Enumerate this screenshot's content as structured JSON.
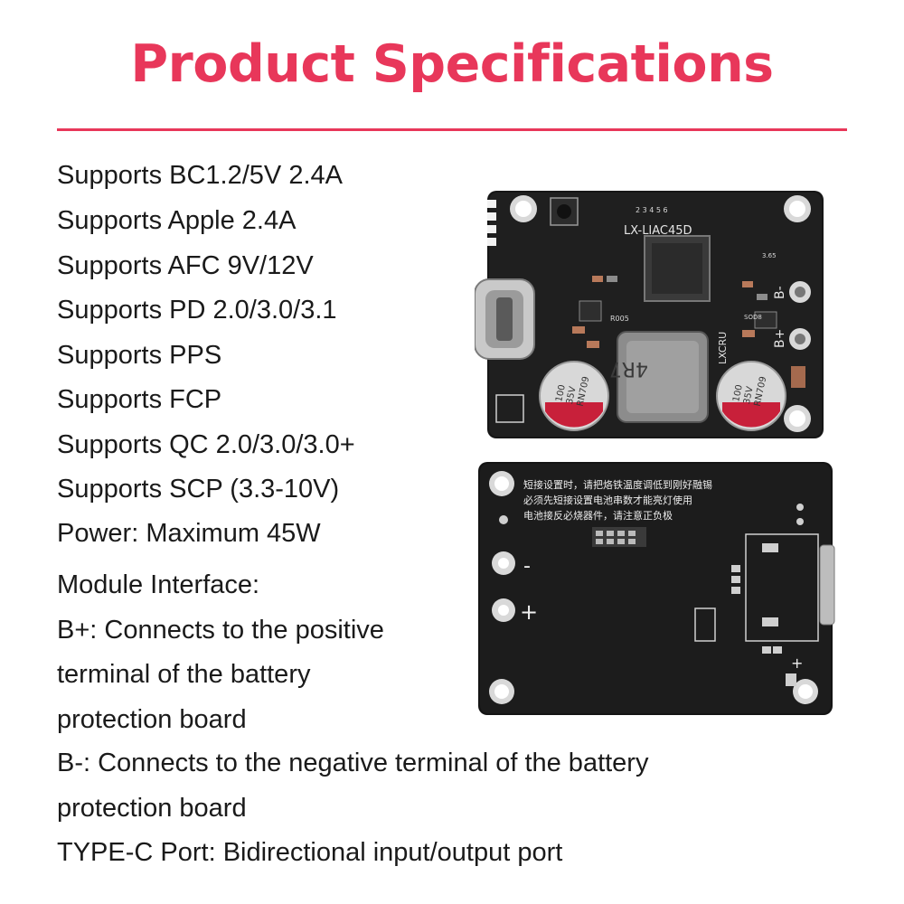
{
  "title": "Product Specifications",
  "specs": [
    "Supports BC1.2/5V 2.4A",
    "Supports Apple 2.4A",
    "Supports AFC 9V/12V",
    "Supports PD 2.0/3.0/3.1",
    "Supports PPS",
    "Supports FCP",
    "Supports QC 2.0/3.0/3.0+",
    "Supports SCP (3.3-10V)",
    "Power: Maximum 45W"
  ],
  "interface": {
    "heading": "Module Interface:",
    "lines": [
      "B+: Connects to the positive",
      "terminal of the battery",
      "protection board",
      "B-: Connects to the negative terminal of the battery",
      "protection board",
      "TYPE-C Port: Bidirectional input/output port"
    ]
  },
  "board_top": {
    "model": "LX-LIAC45D",
    "inductor": "4R7",
    "inductor_side": "LXCRU",
    "cap_text": [
      "100",
      "35V",
      "RN709"
    ],
    "pin_numbers": "2 3 4 5 6",
    "b_minus": "B-",
    "b_plus": "B+",
    "r005": "R005",
    "s0d8": "SOD8",
    "v365": "3.65"
  },
  "board_bottom": {
    "notes": [
      "短接设置时，请把烙铁温度调低到刚好融锡",
      "必须先短接设置电池串数才能亮灯使用",
      "电池接反必烧器件，请注意正负极"
    ],
    "minus": "-",
    "plus": "+",
    "plus_small": "+"
  }
}
